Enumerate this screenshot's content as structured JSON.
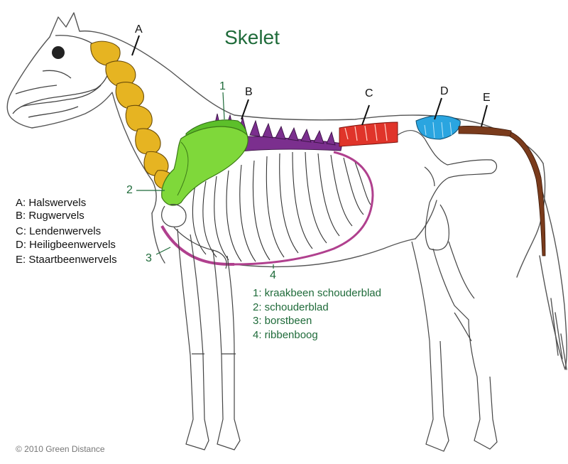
{
  "title": "Skelet",
  "callouts": {
    "A": "A",
    "B": "B",
    "C": "C",
    "D": "D",
    "E": "E",
    "n1": "1",
    "n2": "2",
    "n3": "3",
    "n4": "4"
  },
  "legend_letters": [
    "A: Halswervels",
    "B: Rugwervels",
    "C: Lendenwervels",
    "D: Heiligbeenwervels",
    "E: Staartbeenwervels"
  ],
  "legend_numbers": [
    "1: kraakbeen schouderblad",
    "2: schouderblad",
    "3: borstbeen",
    "4: ribbenboog"
  ],
  "copyright": "© 2010 Green Distance",
  "colors": {
    "neck_vertebrae": "#e6b422",
    "thoracic_vertebrae": "#7b2f8e",
    "lumbar_vertebrae": "#e0342a",
    "sacral_vertebrae": "#2aa5e0",
    "tail_vertebrae": "#7a3b1c",
    "scapula": "#7fd83a",
    "cartilage": "#5cbf2a",
    "sternum_ribarch": "#b0408e",
    "green_text": "#1f6b3a"
  }
}
